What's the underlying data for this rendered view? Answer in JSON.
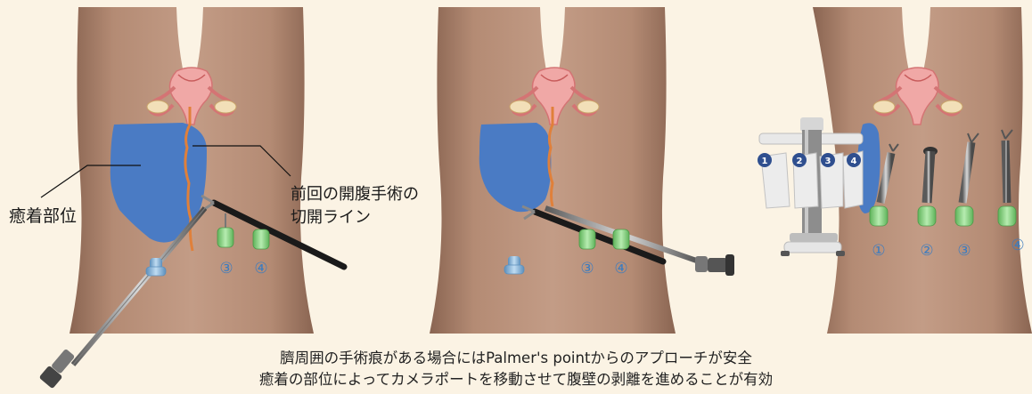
{
  "labels": {
    "adhesion": "癒着部位",
    "incision_line1": "前回の開腹手術の",
    "incision_line2": "切開ライン"
  },
  "port_numbers": {
    "p1": "①",
    "p2": "②",
    "p3": "③",
    "p4": "④"
  },
  "robot_arm_numbers": [
    "1",
    "2",
    "3",
    "4"
  ],
  "captions": {
    "line1": "臍周囲の手術痕がある場合にはPalmer's pointからのアプローチが安全",
    "line2": "癒着の部位によってカメラポートを移動させて腹壁の剥離を進めることが有効"
  },
  "colors": {
    "background": "#fbf3e4",
    "skin": "#b58d76",
    "adhesion": "#4a7bc4",
    "incision": "#e0803a",
    "green_port": "#8fd48a",
    "blue_port": "#8ab6da",
    "port_number": "#3b7cc0"
  }
}
